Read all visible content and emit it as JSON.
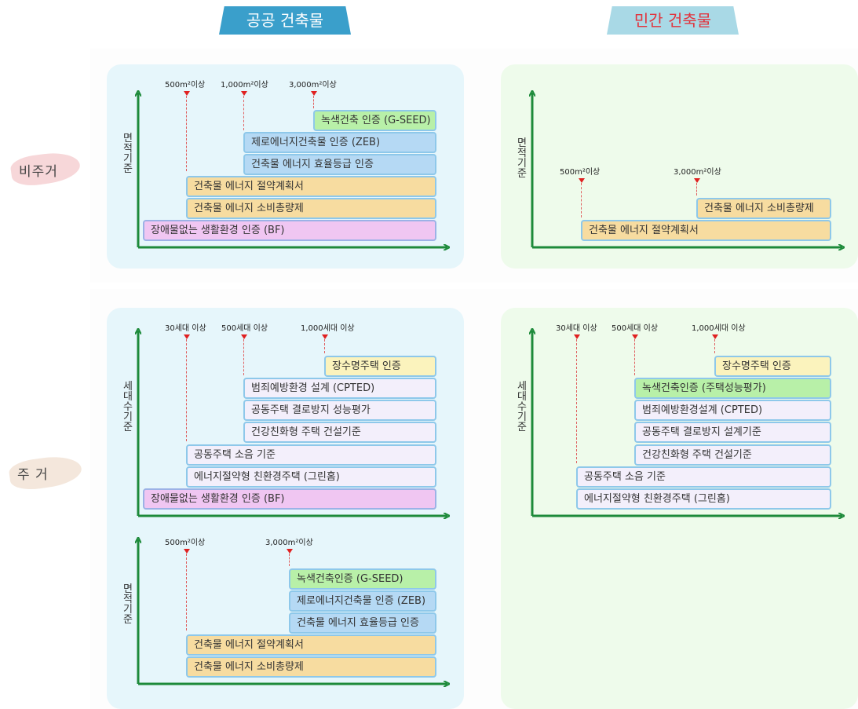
{
  "headers": {
    "public": "공공 건축물",
    "private": "민간 건축물"
  },
  "row_labels": {
    "non_residential": "비주거",
    "residential": "주 거"
  },
  "axis_labels": {
    "area": "면적기준",
    "households": "세대수기준"
  },
  "panels": {
    "public_nonres": {
      "ticks": [
        "500m²이상",
        "1,000m²이상",
        "3,000m²이상"
      ],
      "bars": [
        "녹색건축 인증 (G-SEED)",
        "제로에너지건축물 인증 (ZEB)",
        "건축물 에너지 효율등급 인증",
        "건축물 에너지 절약계획서",
        "건축물 에너지 소비총량제",
        "장애물없는 생활환경 인증 (BF)"
      ]
    },
    "private_nonres": {
      "ticks": [
        "500m²이상",
        "3,000m²이상"
      ],
      "bars": [
        "건축물 에너지 소비총량제",
        "건축물 에너지 절약계획서"
      ]
    },
    "public_res_households": {
      "ticks": [
        "30세대 이상",
        "500세대 이상",
        "1,000세대 이상"
      ],
      "bars": [
        "장수명주택 인증",
        "범죄예방환경 설계 (CPTED)",
        "공동주택 결로방지 성능평가",
        "건강친화형 주택 건설기준",
        "공동주택 소음 기준",
        "에너지절약형 친환경주택 (그린홈)",
        "장애물없는 생활환경 인증 (BF)"
      ]
    },
    "public_res_area": {
      "ticks": [
        "500m²이상",
        "3,000m²이상"
      ],
      "bars": [
        "녹색건축인증 (G-SEED)",
        "제로에너지건축물 인증 (ZEB)",
        "건축물 에너지 효율등급 인증",
        "건축물 에너지 절약계획서",
        "건축물 에너지 소비총량제"
      ]
    },
    "private_res": {
      "ticks": [
        "30세대 이상",
        "500세대 이상",
        "1,000세대 이상"
      ],
      "bars": [
        "장수명주택 인증",
        "녹색건축인증 (주택성능평가)",
        "범죄예방환경설계 (CPTED)",
        "공동주택 결로방지 설계기준",
        "건강친화형 주택 건설기준",
        "공동주택 소음 기준",
        "에너지절약형 친환경주택 (그린홈)"
      ]
    }
  },
  "colors": {
    "axis": "#1d8a3a",
    "tick_marker": "#e02020",
    "public_panel": "#e6f6fb",
    "private_panel": "#eefbeb",
    "green_bar": "#b8f0a8",
    "blue_bar": "#b5d9f4",
    "orange_bar": "#f7dca0",
    "purple_bar": "#f0c6f2",
    "yellow_bar": "#fbf3bd",
    "lavender_bar": "#f3effb"
  }
}
